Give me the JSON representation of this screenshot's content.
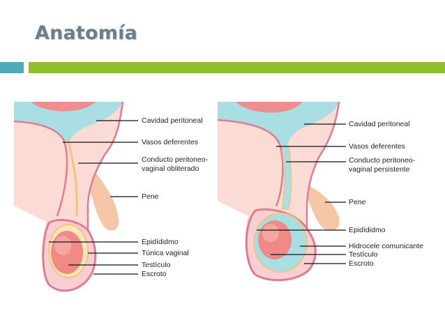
{
  "slide": {
    "title": "Anatomía"
  },
  "colors": {
    "title": "#6b7e8a",
    "accent_teal": "#4fa9b8",
    "accent_green": "#8dbf2e",
    "skin": "#fbdcd5",
    "peritoneum": "#a9dee3",
    "testicle": "#f08a86",
    "border": "#e27a92"
  },
  "left_figure": {
    "labels": {
      "cavidad": "Cavidad peritoneal",
      "vasos": "Vasos deferentes",
      "conducto_1": "Conducto peritoneo-",
      "conducto_2": "vaginal obliterado",
      "pene": "Pene",
      "epididimo": "Epidídidmo",
      "tunica": "Túnica vaginal",
      "testiculo": "Testículo",
      "escroto": "Escroto"
    }
  },
  "right_figure": {
    "labels": {
      "cavidad": "Cavidad peritoneal",
      "vasos": "Vasos deferentes",
      "conducto_1": "Conducto peritoneo-",
      "conducto_2": "vaginal persistente",
      "pene": "Pene",
      "epididimo": "Epidídidmo",
      "hidrocele": "Hidrocele comunicante",
      "testiculo": "Testículo",
      "escroto": "Escroto"
    }
  }
}
